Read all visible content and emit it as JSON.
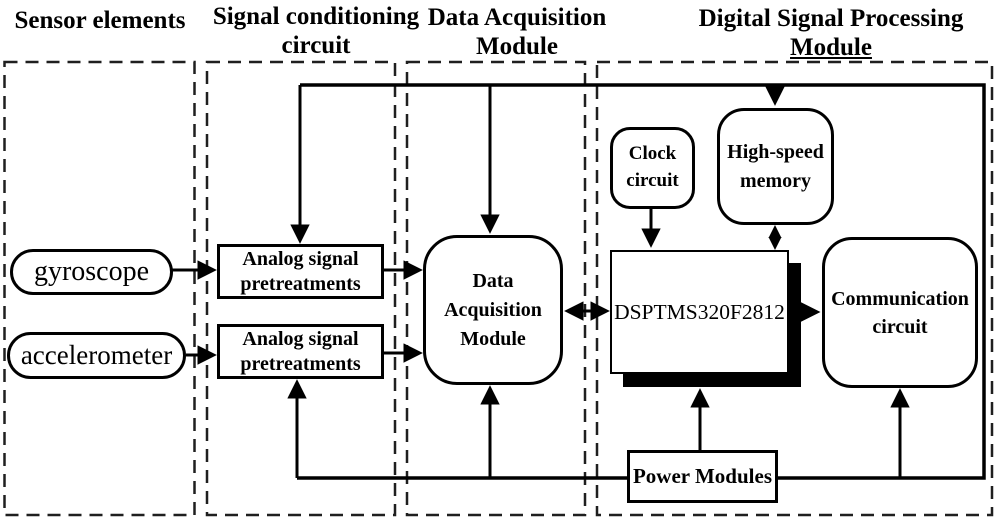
{
  "columns": {
    "sensor": {
      "title": "Sensor elements"
    },
    "conditioning": {
      "title": "Signal conditioning",
      "title2": "circuit"
    },
    "acquisition": {
      "title": "Data Acquisition",
      "title2": "Module"
    },
    "dsp": {
      "title": "Digital Signal Processing",
      "title2": "Module"
    }
  },
  "nodes": {
    "gyroscope": {
      "label": "gyroscope"
    },
    "accelerometer": {
      "label": "accelerometer"
    },
    "analog_pretreatment_1": {
      "label": "Analog signal\npretreatments"
    },
    "analog_pretreatment_2": {
      "label": "Analog signal\npretreatments"
    },
    "data_acquisition": {
      "label": "Data\nAcquisition\nModule"
    },
    "clock_circuit": {
      "label": "Clock\ncircuit"
    },
    "high_speed_memory": {
      "label": "High-speed\nmemory"
    },
    "dsp_chip": {
      "label": "DSPTMS320F2812"
    },
    "communication_circuit": {
      "label": "Communication\ncircuit"
    },
    "power_modules": {
      "label": "Power Modules"
    }
  },
  "colors": {
    "ink": "#000000",
    "dashed_border": "#1f1f1f",
    "background": "#ffffff",
    "shadow": "#000000"
  }
}
